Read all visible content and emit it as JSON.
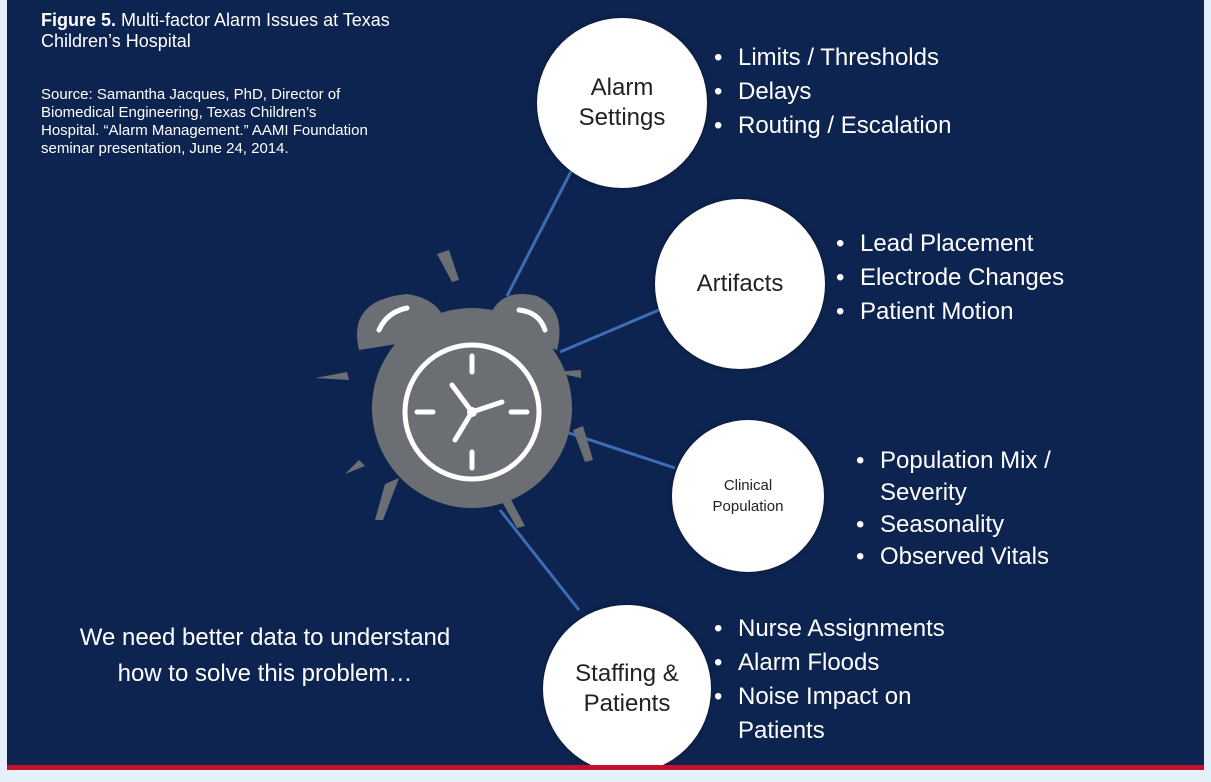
{
  "figure": {
    "label": "Figure 5.",
    "title": "Multi-factor Alarm Issues at Texas Children’s Hospital",
    "source": "Source: Samantha Jacques, PhD, Director of Biomedical Engineering, Texas Children’s Hospital. “Alarm Management.” AAMI Foundation seminar presentation, June 24, 2014."
  },
  "nodes": [
    {
      "label": "Alarm\nSettings",
      "bullets": [
        "Limits / Thresholds",
        "Delays",
        "Routing / Escalation"
      ]
    },
    {
      "label": "Artifacts",
      "bullets": [
        "Lead Placement",
        "Electrode Changes",
        "Patient Motion"
      ]
    },
    {
      "label": "Clinical\nPopulation",
      "bullets": [
        "Population Mix /",
        "Severity",
        "Seasonality",
        "Observed Vitals"
      ]
    },
    {
      "label": "Staffing &\nPatients",
      "bullets": [
        "Nurse Assignments",
        "Alarm Floods",
        "Noise Impact  on",
        "Patients"
      ]
    }
  ],
  "bottom_text": "We need better data to understand how to solve this problem…",
  "colors": {
    "background": "#0e2450",
    "accent": "#c8102e",
    "connector": "#3d6db5",
    "clock": "#6b6e72"
  },
  "icons": {
    "center": "alarm-clock-icon"
  }
}
